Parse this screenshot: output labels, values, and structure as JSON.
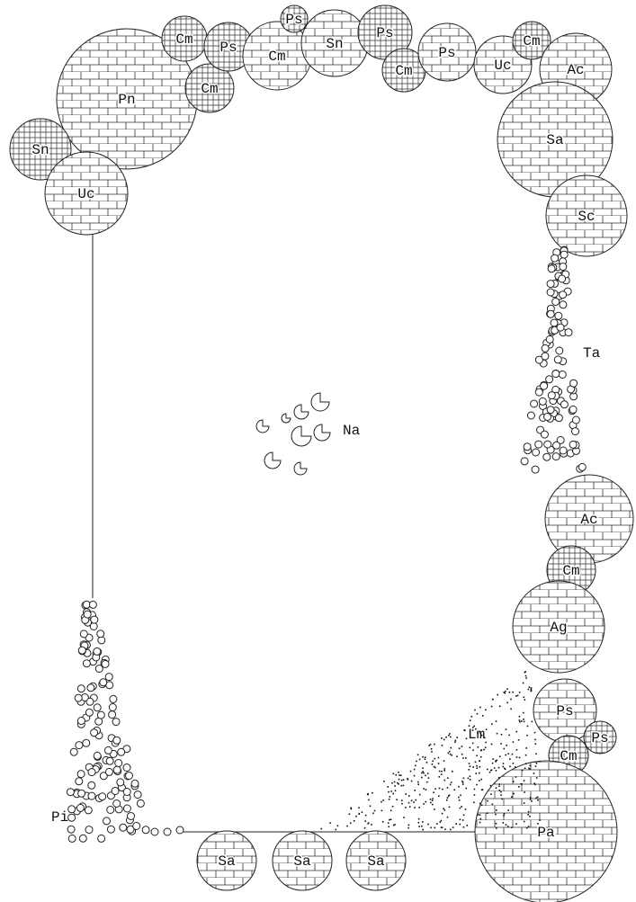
{
  "symbols": [
    {
      "code": "Pn",
      "kind": "large-circle"
    },
    {
      "code": "Sn",
      "kind": "small-circle"
    },
    {
      "code": "Uc",
      "kind": "circle"
    },
    {
      "code": "Cm",
      "kind": "small-circle"
    },
    {
      "code": "Ps",
      "kind": "small-circle"
    },
    {
      "code": "Ac",
      "kind": "circle"
    },
    {
      "code": "Sa",
      "kind": "large-circle"
    },
    {
      "code": "Sc",
      "kind": "circle"
    },
    {
      "code": "Ta",
      "kind": "open-dots"
    },
    {
      "code": "Na",
      "kind": "broken-rings"
    },
    {
      "code": "Ag",
      "kind": "large-circle"
    },
    {
      "code": "Lm",
      "kind": "stipple"
    },
    {
      "code": "Pa",
      "kind": "large-circle"
    },
    {
      "code": "Pi",
      "kind": "open-dots"
    }
  ],
  "labels": {
    "pn": "Pn",
    "sn": "Sn",
    "uc": "Uc",
    "cm": "Cm",
    "ps": "Ps",
    "ac": "Ac",
    "sa": "Sa",
    "sc": "Sc",
    "ta": "Ta",
    "na": "Na",
    "ag": "Ag",
    "lm": "Lm",
    "pa": "Pa",
    "pi": "Pi"
  }
}
